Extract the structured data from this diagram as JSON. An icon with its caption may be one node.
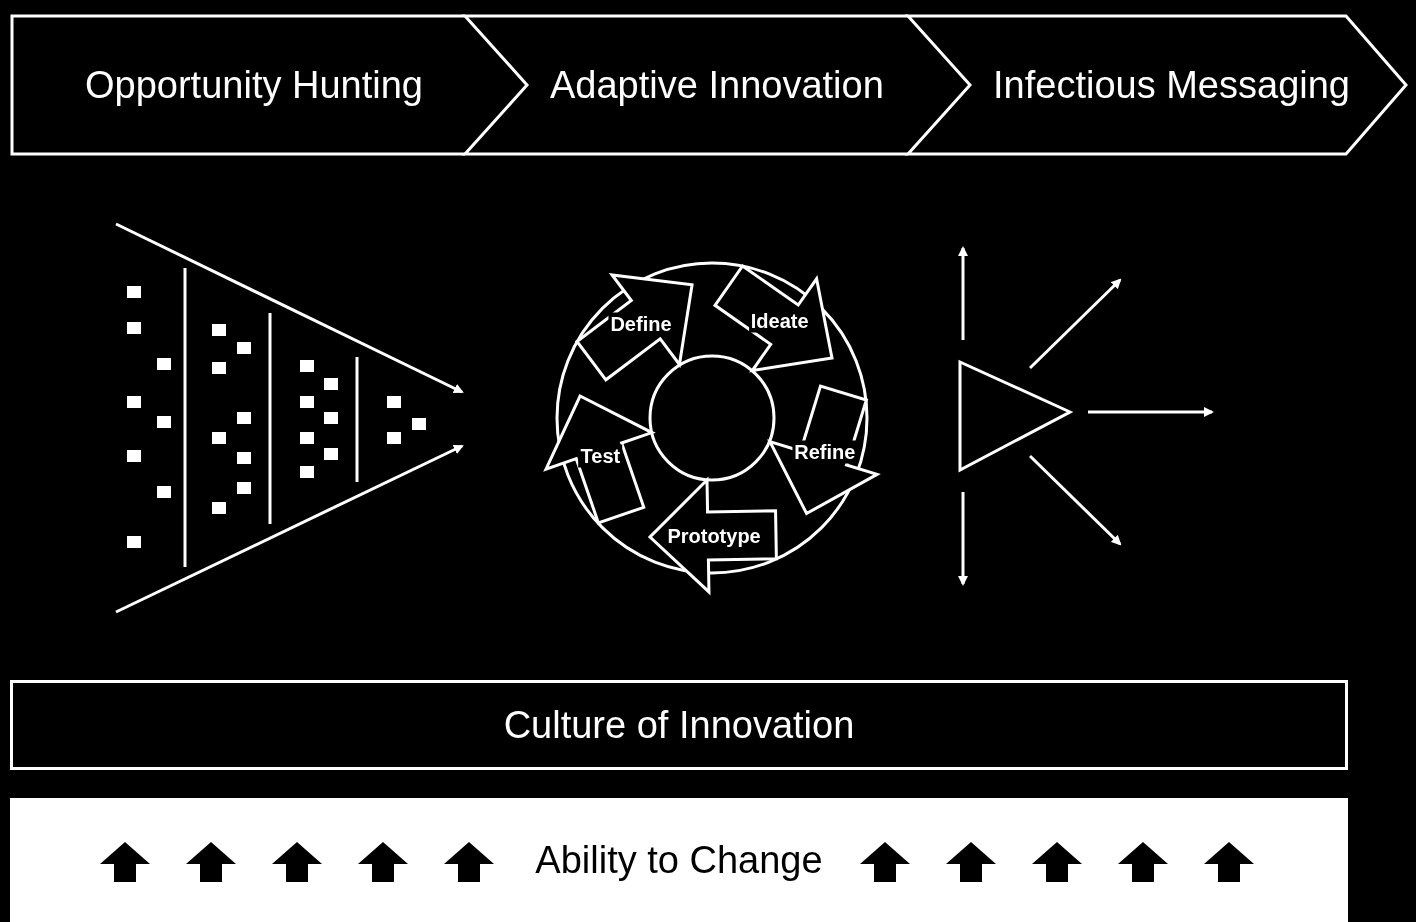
{
  "diagram": {
    "nodes": [
      {
        "text": [
          "Opportunity Hunting"
        ]
      },
      {
        "text": [
          "Adaptive Innovation"
        ]
      },
      {
        "text": [
          "Infectious Messaging"
        ]
      },
      {
        "text": [
          "Define"
        ]
      },
      {
        "text": [
          "Ideate"
        ]
      },
      {
        "text": [
          "Refine"
        ]
      },
      {
        "text": [
          "Prototype"
        ]
      },
      {
        "text": [
          "Test"
        ]
      },
      {
        "text": [
          "Culture of Innovation"
        ]
      },
      {
        "text": [
          "Ability to Change"
        ]
      }
    ]
  }
}
